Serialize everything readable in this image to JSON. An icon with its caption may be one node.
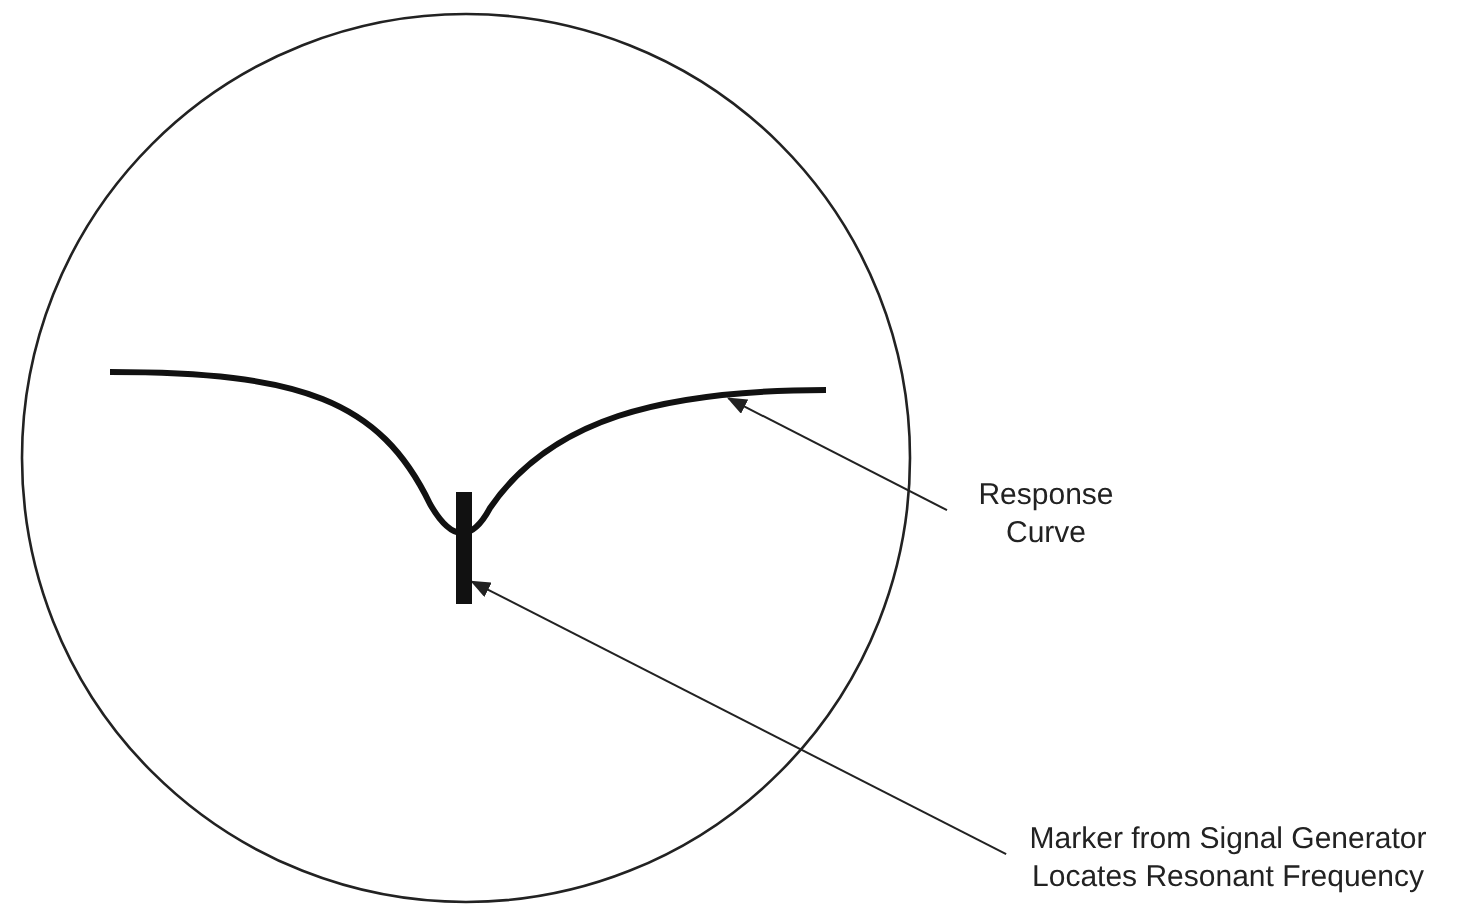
{
  "diagram": {
    "nodes": [
      {
        "text": [],
        "shape": "circle"
      },
      {
        "text": [],
        "shape": "picture",
        "in": 0
      },
      {
        "text": [],
        "shape": "bar",
        "in": 0
      },
      {
        "text": [
          "Response Curve"
        ]
      },
      {
        "text": [
          "Marker from Signal Generator Locates Resonant Frequency"
        ]
      }
    ],
    "edges": [
      {
        "from": 3,
        "to": 1,
        "arrow": "to"
      },
      {
        "from": 4,
        "to": 2,
        "arrow": "to"
      }
    ]
  }
}
